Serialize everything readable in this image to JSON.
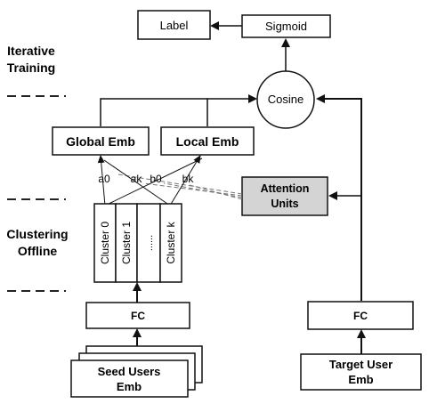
{
  "side_labels": {
    "iterative_line1": "Iterative",
    "iterative_line2": "Training",
    "clustering_line1": "Clustering",
    "clustering_line2": "Offline"
  },
  "nodes": {
    "label": "Label",
    "sigmoid": "Sigmoid",
    "cosine": "Cosine",
    "global_emb": "Global Emb",
    "local_emb": "Local Emb",
    "attention_line1": "Attention",
    "attention_line2": "Units",
    "fc_left": "FC",
    "fc_right": "FC",
    "seed_line1": "Seed Users",
    "seed_line2": "Emb",
    "target_line1": "Target User",
    "target_line2": "Emb"
  },
  "clusters": [
    "Cluster 0",
    "Cluster 1",
    "......",
    "Cluster k"
  ],
  "weights": [
    "a0",
    "ak",
    "b0",
    "bk"
  ],
  "colors": {
    "attention_fill": "#d4d4d4",
    "stroke": "#111111",
    "dashed": "#777777"
  }
}
